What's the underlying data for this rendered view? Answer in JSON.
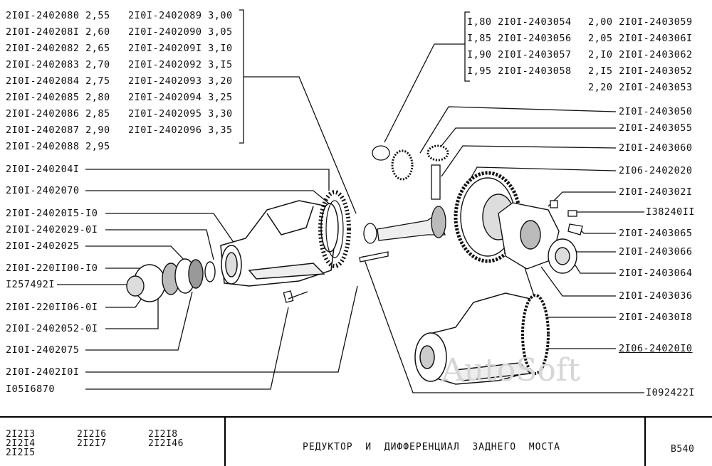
{
  "left_table": {
    "col1": [
      "2I0I-2402080 2,55",
      "2I0I-240208I 2,60",
      "2I0I-2402082 2,65",
      "2I0I-2402083 2,70",
      "2I0I-2402084 2,75",
      "2I0I-2402085 2,80",
      "2I0I-2402086 2,85",
      "2I0I-2402087 2,90",
      "2I0I-2402088 2,95"
    ],
    "col2": [
      "2I0I-2402089 3,00",
      "2I0I-2402090 3,05",
      "2I0I-240209I 3,I0",
      "2I0I-2402092 3,I5",
      "2I0I-2402093 3,20",
      "2I0I-2402094 3,25",
      "2I0I-2402095 3,30",
      "2I0I-2402096 3,35"
    ]
  },
  "right_table": {
    "col1": [
      "I,80 2I0I-2403054",
      "I,85 2I0I-2403056",
      "I,90 2I0I-2403057",
      "I,95 2I0I-2403058"
    ],
    "col2": [
      "2,00 2I0I-2403059",
      "2,05 2I0I-240306I",
      "2,I0 2I0I-2403062",
      "2,I5 2I0I-2403052",
      "2,20 2I0I-2403053"
    ]
  },
  "left_labels": [
    "2I0I-240204I",
    "2I0I-2402070",
    "2I0I-24020I5-I0",
    "2I0I-2402029-0I",
    "2I0I-2402025",
    "2I0I-220II00-I0",
    "I257492I",
    "2I0I-220II06-0I",
    "2I0I-2402052-0I",
    "2I0I-2402075",
    "2I0I-2402I0I",
    "I05I6870"
  ],
  "right_labels": [
    "2I0I-2403050",
    "2I0I-2403055",
    "2I0I-2403060",
    "2I06-2402020",
    "2I0I-240302I",
    "I38240II",
    "2I0I-2403065",
    "2I0I-2403066",
    "2I0I-2403064",
    "2I0I-2403036",
    "2I0I-24030I8",
    "2I06-24020I0",
    "I092422I"
  ],
  "footer": {
    "models": [
      "2I2I3",
      "2I2I4",
      "2I2I5",
      "2I2I6",
      "2I2I7",
      "2I2I8",
      "2I2I46"
    ],
    "title": "РЕДУКТОР  И  ДИФФЕРЕНЦИАЛ  ЗАДНЕГО  МОСТА",
    "page_code": "B540"
  },
  "watermark": "AutoSoft"
}
